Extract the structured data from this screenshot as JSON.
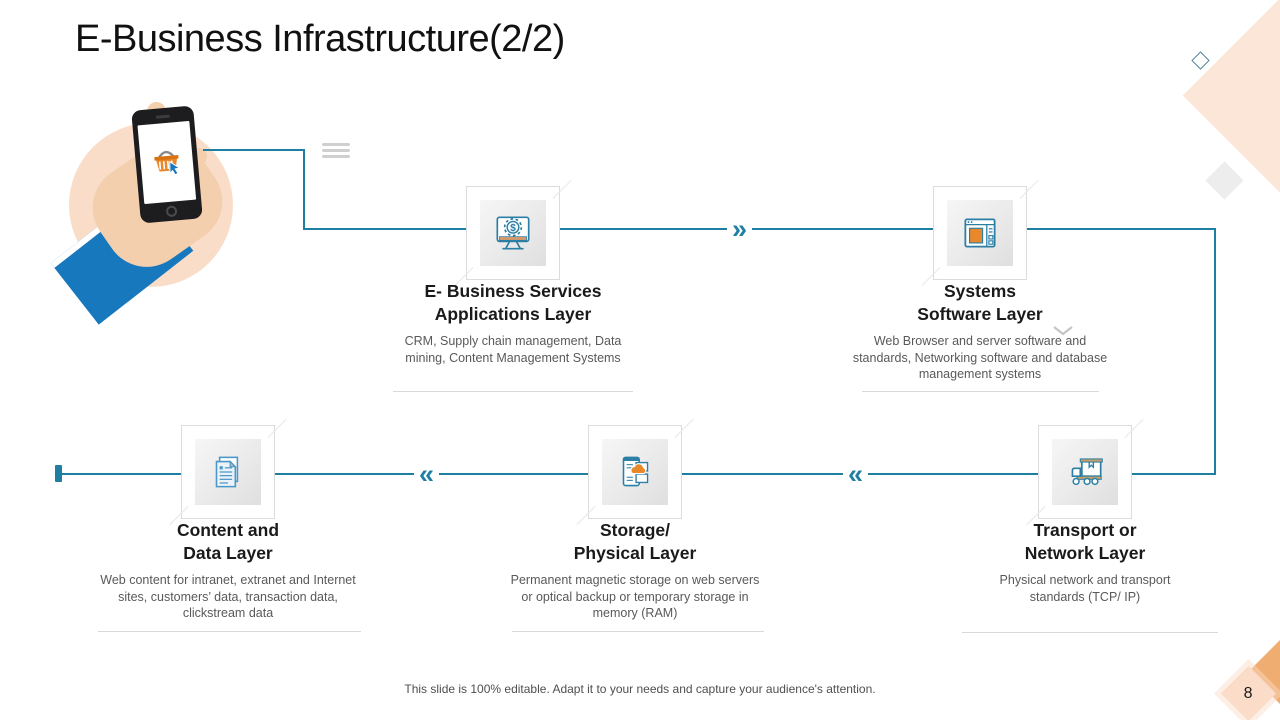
{
  "slide": {
    "title": "E-Business Infrastructure(2/2)",
    "footer": "This slide is 100% editable. Adapt it to your needs and capture your audience's attention.",
    "page_number": "8"
  },
  "glyphs": {
    "chevron_right": "»",
    "chevron_left": "«"
  },
  "layers": [
    {
      "id": "ebusiness-services-applications",
      "title_line1": "E- Business Services",
      "title_line2": "Applications Layer",
      "description": "CRM, Supply chain management, Data mining, Content Management Systems",
      "icon": "monitor-gear-dollar-icon"
    },
    {
      "id": "systems-software",
      "title_line1": "Systems",
      "title_line2": "Software Layer",
      "description": "Web Browser and server software and standards, Networking software and database management systems",
      "icon": "software-window-icon"
    },
    {
      "id": "content-data",
      "title_line1": "Content and",
      "title_line2": "Data Layer",
      "description": "Web content for intranet, extranet and Internet sites, customers’ data, transaction data, clickstream data",
      "icon": "documents-icon"
    },
    {
      "id": "storage-physical",
      "title_line1": "Storage/",
      "title_line2": "Physical Layer",
      "description": "Permanent magnetic storage on web servers or optical backup or temporary storage in memory (RAM)",
      "icon": "storage-files-icon"
    },
    {
      "id": "transport-network",
      "title_line1": "Transport or",
      "title_line2": "Network Layer",
      "description": "Physical network and transport standards (TCP/ IP)",
      "icon": "delivery-truck-icon"
    }
  ],
  "colors": {
    "connector_teal": "#1f7fa3",
    "icon_teal": "#2b7fa4",
    "accent_orange": "#e8882a",
    "peach_light": "#fce6d7",
    "peach_page_diamond": "#fadcc8",
    "sleeve_blue": "#1878be",
    "heading_text": "#1a1a1a",
    "body_text": "#595959"
  }
}
